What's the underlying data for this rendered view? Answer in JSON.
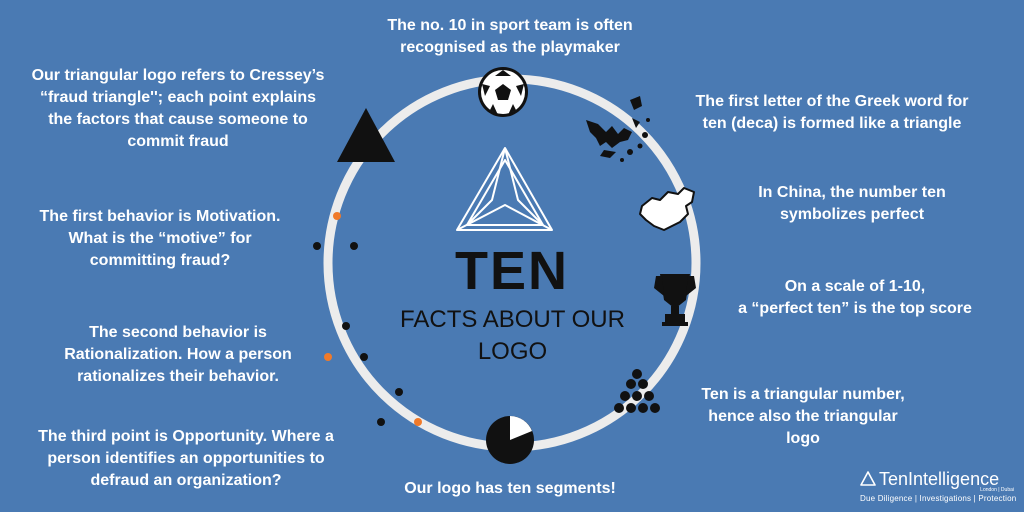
{
  "title": "TEN",
  "subtitle": "FACTS ABOUT OUR\nLOGO",
  "facts": {
    "playmaker": "The no. 10 in sport team is often\nrecognised as the playmaker",
    "greek": "The first letter of the Greek word for\nten (deca) is formed like a triangle",
    "china": "In China, the number ten\nsymbolizes perfect",
    "scale": "On a scale of 1-10,\na “perfect ten” is the top score",
    "triangular": "Ten is a triangular number,\nhence also the triangular\nlogo",
    "segments": "Our logo has ten segments!",
    "fraud_triangle": "Our triangular logo refers to Cressey’s\n“fraud triangle''; each point explains\nthe factors that cause someone to\ncommit fraud",
    "motivation": "The first behavior is Motivation.\nWhat is the “motive” for\ncommitting fraud?",
    "rationalization": "The second behavior is\nRationalization. How a person\nrationalizes their behavior.",
    "opportunity": "The third point is Opportunity. Where a\nperson identifies an opportunities to\ndefraud an organization?"
  },
  "brand": {
    "name": "TenIntelligence",
    "city": "London | Dubai",
    "tagline": "Due Diligence | Investigations | Protection"
  },
  "icons": [
    "soccer-ball-icon",
    "map-greece-icon",
    "map-china-icon",
    "trophy-icon",
    "ball-pyramid-icon",
    "segment-pie-icon",
    "solid-triangle-icon",
    "logo-triangle-icon"
  ],
  "colors": {
    "background": "#4a7ab3",
    "ring": "#ececec",
    "accent_dot": "#f07a2a",
    "text": "#ffffff",
    "dark": "#111111"
  }
}
